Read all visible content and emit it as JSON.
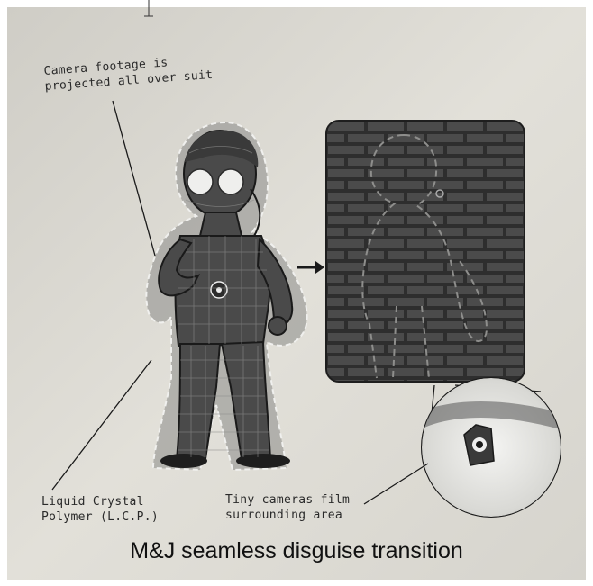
{
  "labels": {
    "camera_footage_line1": "Camera footage is",
    "camera_footage_line2": "projected all over suit",
    "lcp_line1": "Liquid Crystal",
    "lcp_line2": "Polymer (L.C.P.)",
    "tiny_cameras_line1": "Tiny cameras film",
    "tiny_cameras_line2": "surrounding area"
  },
  "caption": "M&J seamless disguise transition",
  "colors": {
    "page": "#dcdad3",
    "suit": "#4a4a4a",
    "brick": "#3a3a3a",
    "ink": "#1a1a1a"
  }
}
